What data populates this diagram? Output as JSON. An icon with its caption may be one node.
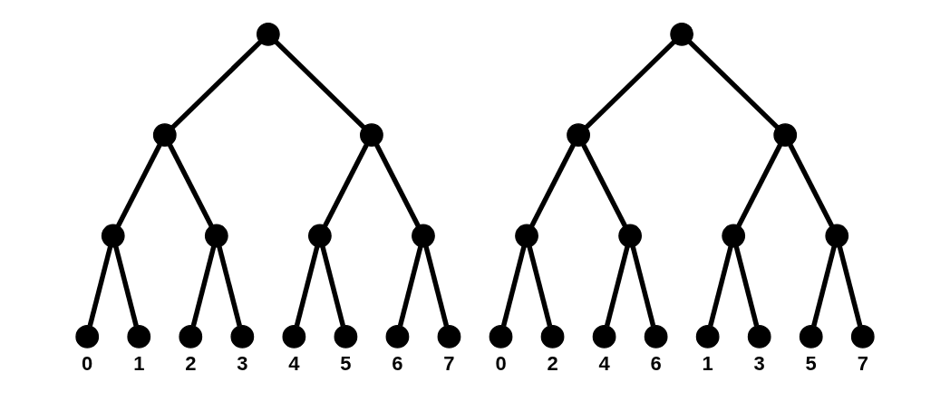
{
  "diagram": {
    "nodes": [
      {
        "text": [],
        "shape": "circle"
      },
      {
        "text": [],
        "shape": "circle"
      },
      {
        "text": [],
        "shape": "circle"
      },
      {
        "text": [],
        "shape": "circle"
      },
      {
        "text": [],
        "shape": "circle"
      },
      {
        "text": [],
        "shape": "circle"
      },
      {
        "text": [],
        "shape": "circle"
      },
      {
        "text": [],
        "shape": "circle",
        "beside": [
          "0"
        ]
      },
      {
        "text": [],
        "shape": "circle",
        "beside": [
          "1"
        ]
      },
      {
        "text": [],
        "shape": "circle",
        "beside": [
          "2"
        ]
      },
      {
        "text": [],
        "shape": "circle",
        "beside": [
          "3"
        ]
      },
      {
        "text": [],
        "shape": "circle",
        "beside": [
          "4"
        ]
      },
      {
        "text": [],
        "shape": "circle",
        "beside": [
          "5"
        ]
      },
      {
        "text": [],
        "shape": "circle",
        "beside": [
          "6"
        ]
      },
      {
        "text": [],
        "shape": "circle",
        "beside": [
          "7"
        ]
      },
      {
        "text": [],
        "shape": "circle"
      },
      {
        "text": [],
        "shape": "circle"
      },
      {
        "text": [],
        "shape": "circle"
      },
      {
        "text": [],
        "shape": "circle"
      },
      {
        "text": [],
        "shape": "circle"
      },
      {
        "text": [],
        "shape": "circle"
      },
      {
        "text": [],
        "shape": "circle"
      },
      {
        "text": [],
        "shape": "circle",
        "beside": [
          "0"
        ]
      },
      {
        "text": [],
        "shape": "circle",
        "beside": [
          "2"
        ]
      },
      {
        "text": [],
        "shape": "circle",
        "beside": [
          "4"
        ]
      },
      {
        "text": [],
        "shape": "circle",
        "beside": [
          "6"
        ]
      },
      {
        "text": [],
        "shape": "circle",
        "beside": [
          "1"
        ]
      },
      {
        "text": [],
        "shape": "circle",
        "beside": [
          "3"
        ]
      },
      {
        "text": [],
        "shape": "circle",
        "beside": [
          "5"
        ]
      },
      {
        "text": [],
        "shape": "circle",
        "beside": [
          "7"
        ]
      }
    ],
    "edges": [
      {
        "from": 0,
        "to": 1,
        "arrow": "none"
      },
      {
        "from": 0,
        "to": 2,
        "arrow": "none"
      },
      {
        "from": 1,
        "to": 3,
        "arrow": "none"
      },
      {
        "from": 1,
        "to": 4,
        "arrow": "none"
      },
      {
        "from": 2,
        "to": 5,
        "arrow": "none"
      },
      {
        "from": 2,
        "to": 6,
        "arrow": "none"
      },
      {
        "from": 3,
        "to": 7,
        "arrow": "none"
      },
      {
        "from": 3,
        "to": 8,
        "arrow": "none"
      },
      {
        "from": 4,
        "to": 9,
        "arrow": "none"
      },
      {
        "from": 4,
        "to": 10,
        "arrow": "none"
      },
      {
        "from": 5,
        "to": 11,
        "arrow": "none"
      },
      {
        "from": 5,
        "to": 12,
        "arrow": "none"
      },
      {
        "from": 6,
        "to": 13,
        "arrow": "none"
      },
      {
        "from": 6,
        "to": 14,
        "arrow": "none"
      },
      {
        "from": 15,
        "to": 16,
        "arrow": "none"
      },
      {
        "from": 15,
        "to": 17,
        "arrow": "none"
      },
      {
        "from": 16,
        "to": 18,
        "arrow": "none"
      },
      {
        "from": 16,
        "to": 19,
        "arrow": "none"
      },
      {
        "from": 17,
        "to": 20,
        "arrow": "none"
      },
      {
        "from": 17,
        "to": 21,
        "arrow": "none"
      },
      {
        "from": 18,
        "to": 22,
        "arrow": "none"
      },
      {
        "from": 18,
        "to": 23,
        "arrow": "none"
      },
      {
        "from": 19,
        "to": 24,
        "arrow": "none"
      },
      {
        "from": 19,
        "to": 25,
        "arrow": "none"
      },
      {
        "from": 20,
        "to": 26,
        "arrow": "none"
      },
      {
        "from": 20,
        "to": 27,
        "arrow": "none"
      },
      {
        "from": 21,
        "to": 28,
        "arrow": "none"
      },
      {
        "from": 21,
        "to": 29,
        "arrow": "none"
      }
    ]
  }
}
